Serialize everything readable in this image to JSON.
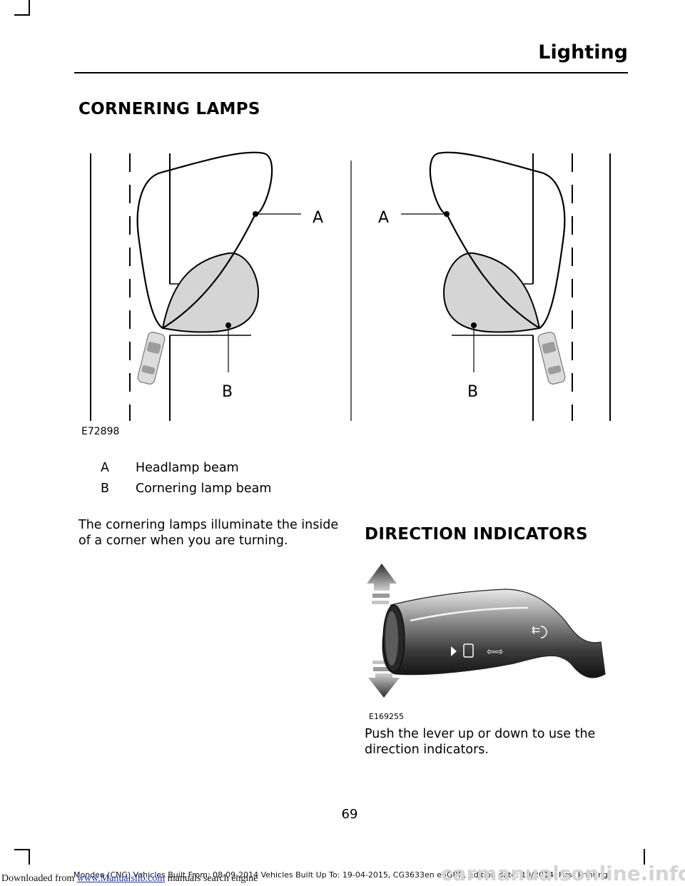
{
  "header": {
    "title": "Lighting"
  },
  "cornering": {
    "heading": "CORNERING LAMPS",
    "figure_code": "E72898",
    "callout_a": "A",
    "callout_b": "B",
    "legend": [
      {
        "key": "A",
        "text": "Headlamp beam"
      },
      {
        "key": "B",
        "text": "Cornering lamp beam"
      }
    ],
    "body_line1": "The cornering lamps illuminate the inside",
    "body_line2": "of a corner when you are turning."
  },
  "direction": {
    "heading": "DIRECTION INDICATORS",
    "figure_code": "E169255",
    "body_line1": "Push the lever up or down to use the",
    "body_line2": "direction indicators."
  },
  "footer": {
    "page_number": "69",
    "edition": "Mondeo (CNG) Vehicles Built From: 08-09-2014 Vehicles Built Up To: 19-04-2015, CG3633en enGBR, Edition date: 10/2014, First Printing"
  },
  "watermark": {
    "prefix": "Downloaded from ",
    "link": "www.Manualslib.com",
    "suffix": " manuals search engine",
    "right": "carmanualsonline.info"
  }
}
